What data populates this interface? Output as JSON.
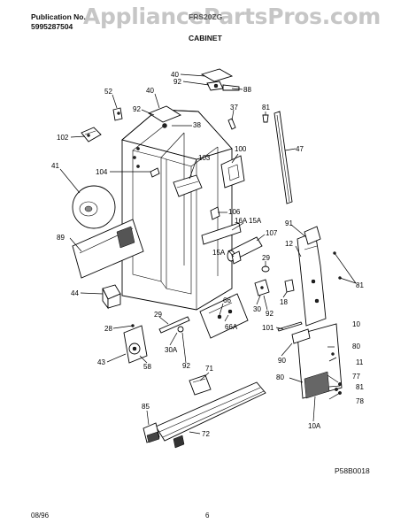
{
  "header": {
    "publication_label": "Publication No.",
    "publication_number": "5995287504",
    "model": "FRS20ZG",
    "section": "CABINET",
    "watermark": "AppliancePartsPros.com"
  },
  "footer": {
    "date": "08/96",
    "page": "6",
    "drawing_id": "P58B0018"
  },
  "callouts": {
    "c40a": "40",
    "c92a": "92",
    "c88": "88",
    "c52": "52",
    "c40b": "40",
    "c92b": "92",
    "c38": "38",
    "c37": "37",
    "c81a": "81",
    "c102": "102",
    "c100": "100",
    "c47": "47",
    "c103": "103",
    "c41": "41",
    "c104": "104",
    "c106": "106",
    "c16a15a": "16A 15A",
    "c91": "91",
    "c89": "89",
    "c107": "107",
    "c12": "12",
    "c15a": "15A",
    "c29a": "29",
    "c81b": "81",
    "c44": "44",
    "c18": "18",
    "c66": "66",
    "c30": "30",
    "c92c": "92",
    "c66a": "66A",
    "c10": "10",
    "c29b": "29",
    "c28": "28",
    "c101": "101",
    "c80a": "80",
    "c30a": "30A",
    "c43": "43",
    "c58": "58",
    "c92d": "92",
    "c90": "90",
    "c11": "11",
    "c71": "71",
    "c80b": "80",
    "c77": "77",
    "c81c": "81",
    "c78": "78",
    "c85": "85",
    "c72": "72",
    "c10a": "10A"
  }
}
